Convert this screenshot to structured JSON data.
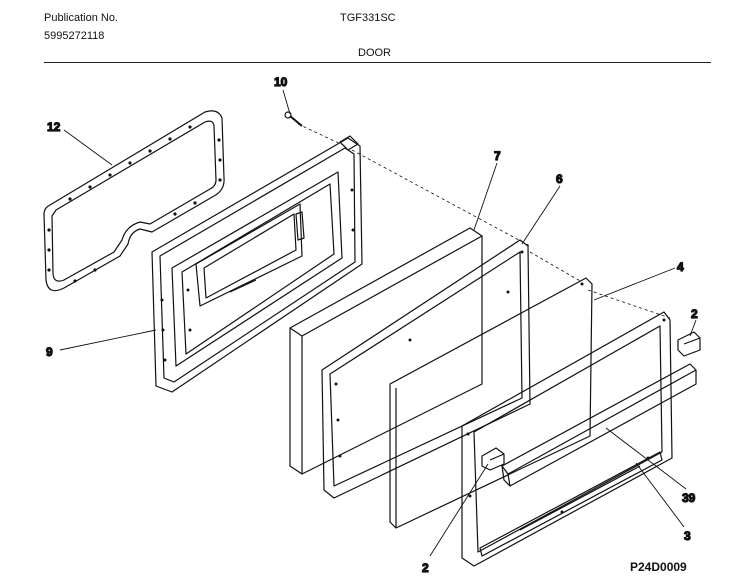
{
  "header": {
    "publication_label": "Publication No.",
    "publication_number": "5995272118",
    "model": "TGF331SC",
    "section": "DOOR"
  },
  "callouts": {
    "c10": "10",
    "c12": "12",
    "c7": "7",
    "c6": "6",
    "c4": "4",
    "c2_right": "2",
    "c9": "9",
    "c39": "39",
    "c3": "3",
    "c2_bottom": "2"
  },
  "diagram_id": "P24D0009"
}
